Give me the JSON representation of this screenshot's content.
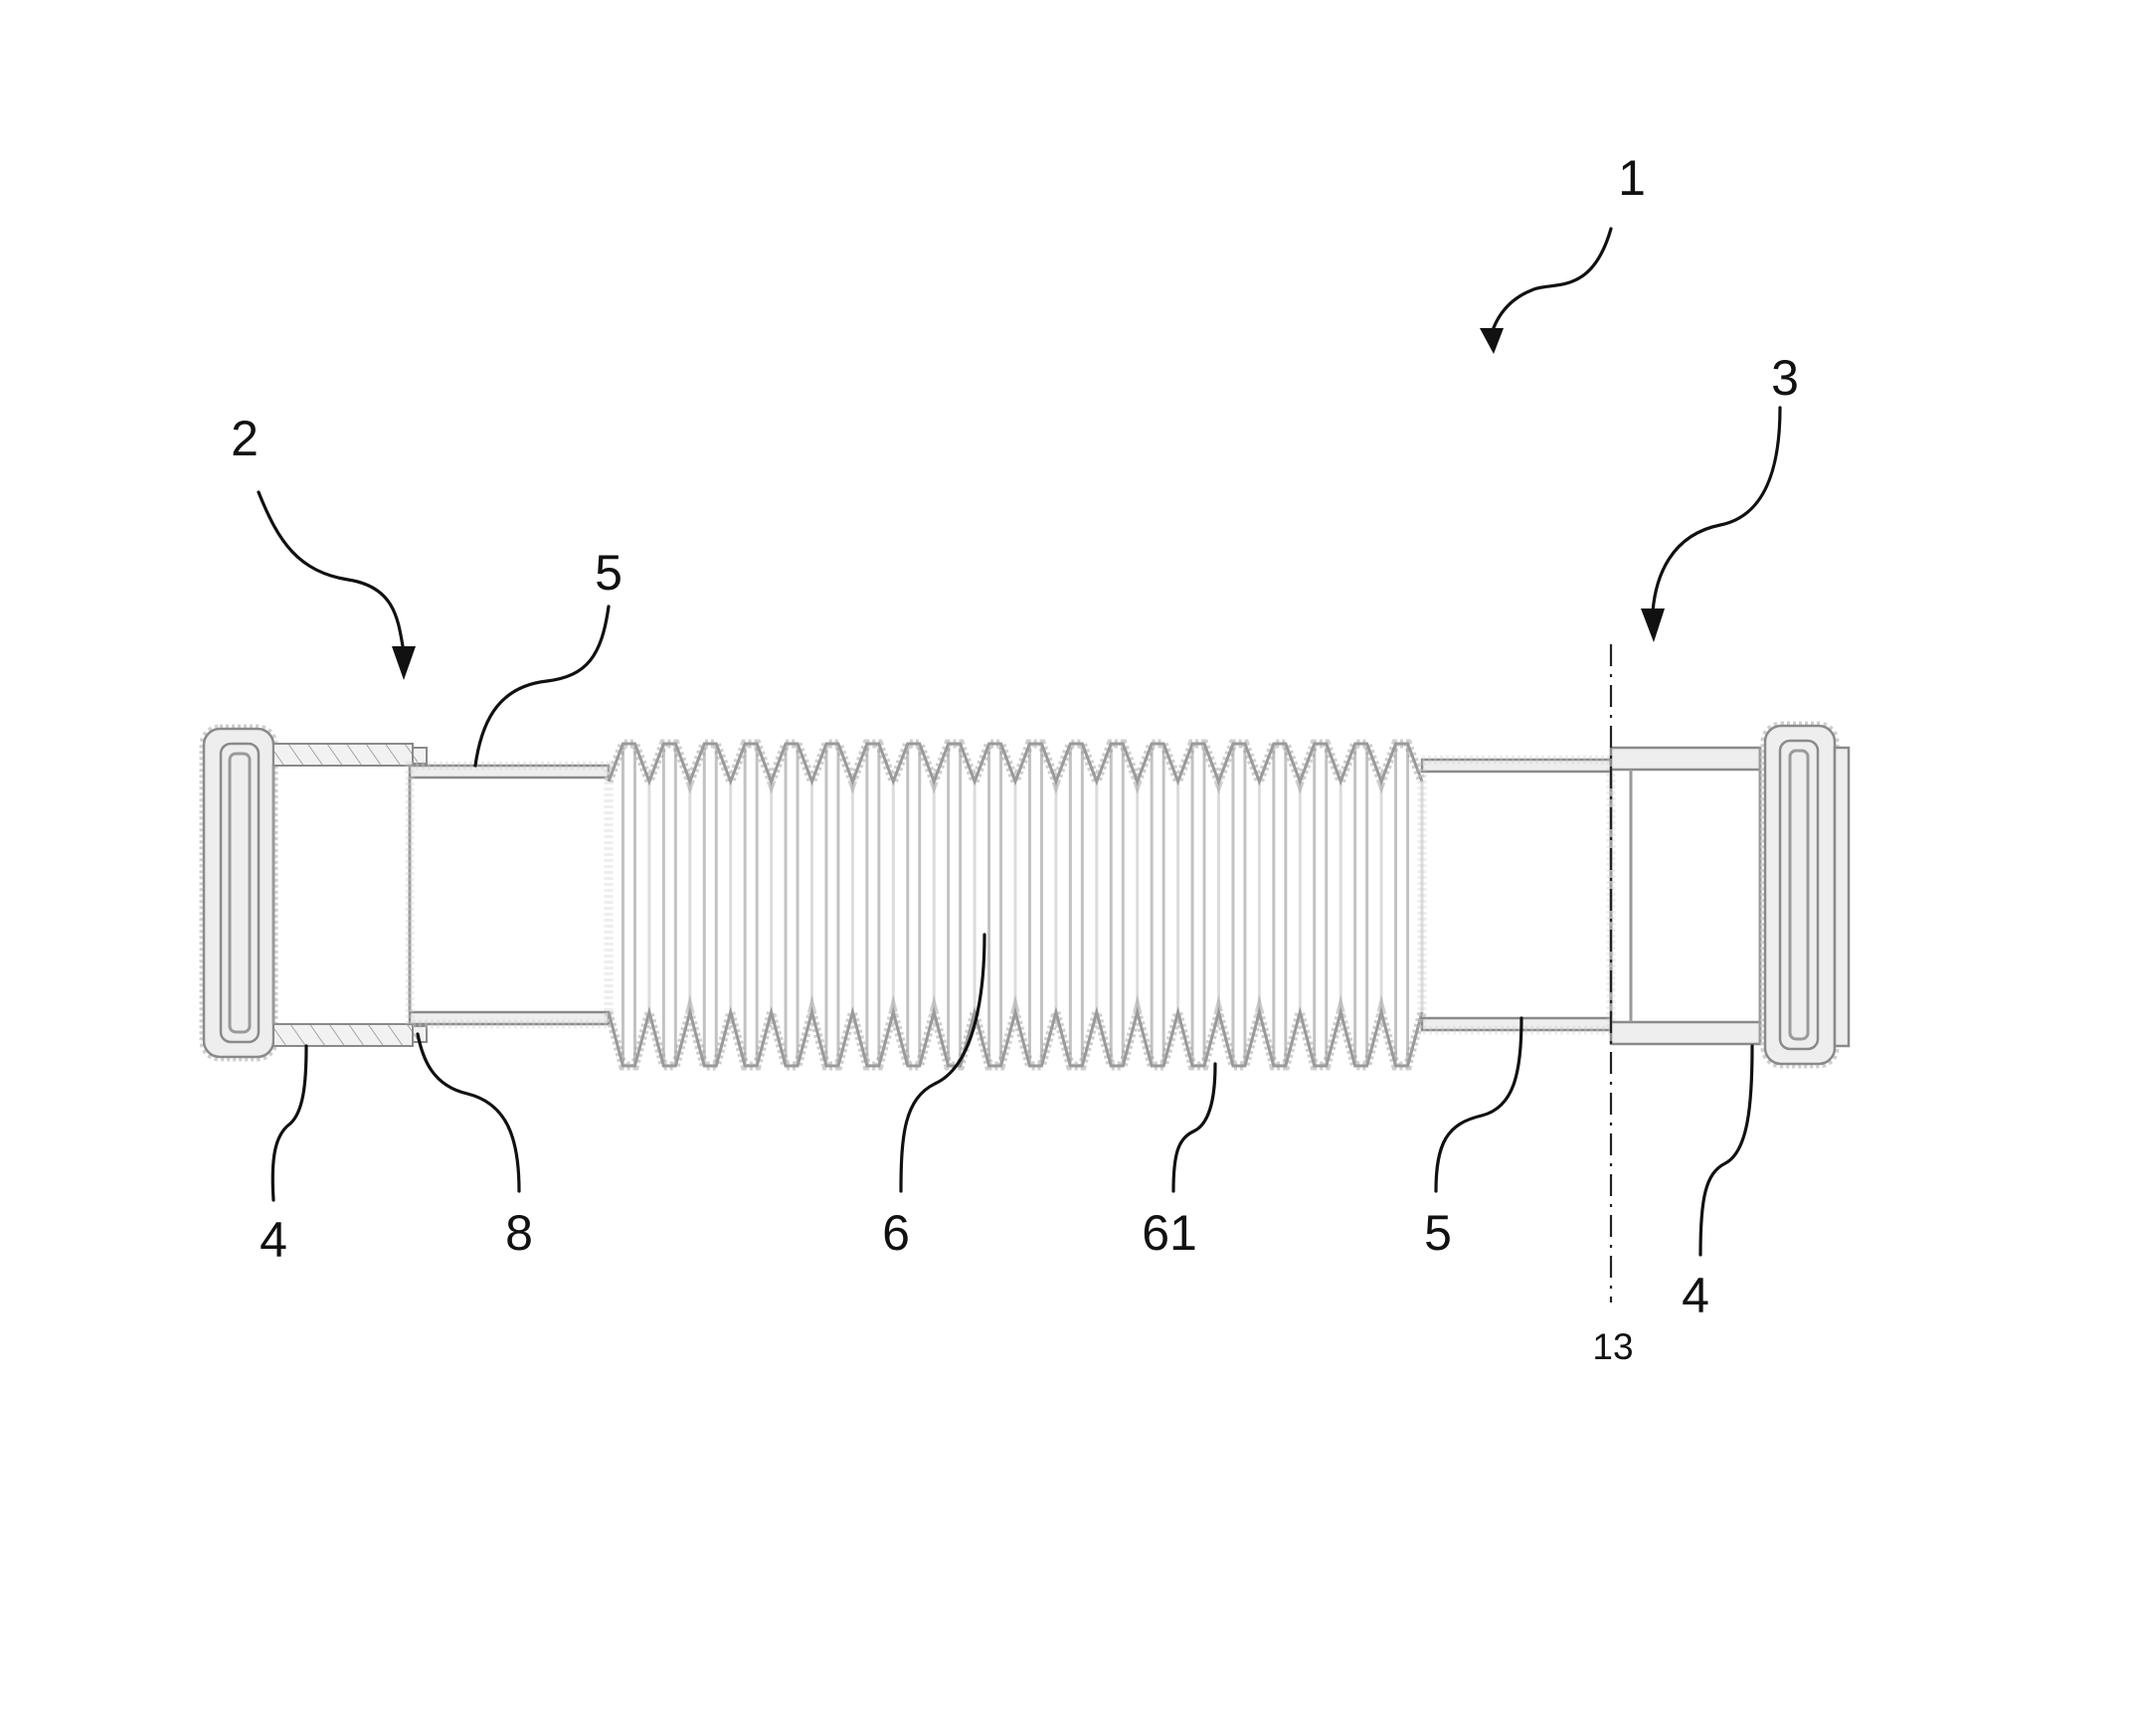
{
  "labels": {
    "assembly": "1",
    "first_end": "2",
    "second_end": "3",
    "socket_left": "4",
    "socket_right": "4",
    "pipe_left": "5",
    "pipe_right": "5",
    "shoulder": "8",
    "bellows": "6",
    "corrugation": "61",
    "axis": "13"
  },
  "colors": {
    "ink": "#111111",
    "outline": "#9a9a9a",
    "wall_fill": "#eeeeee"
  }
}
